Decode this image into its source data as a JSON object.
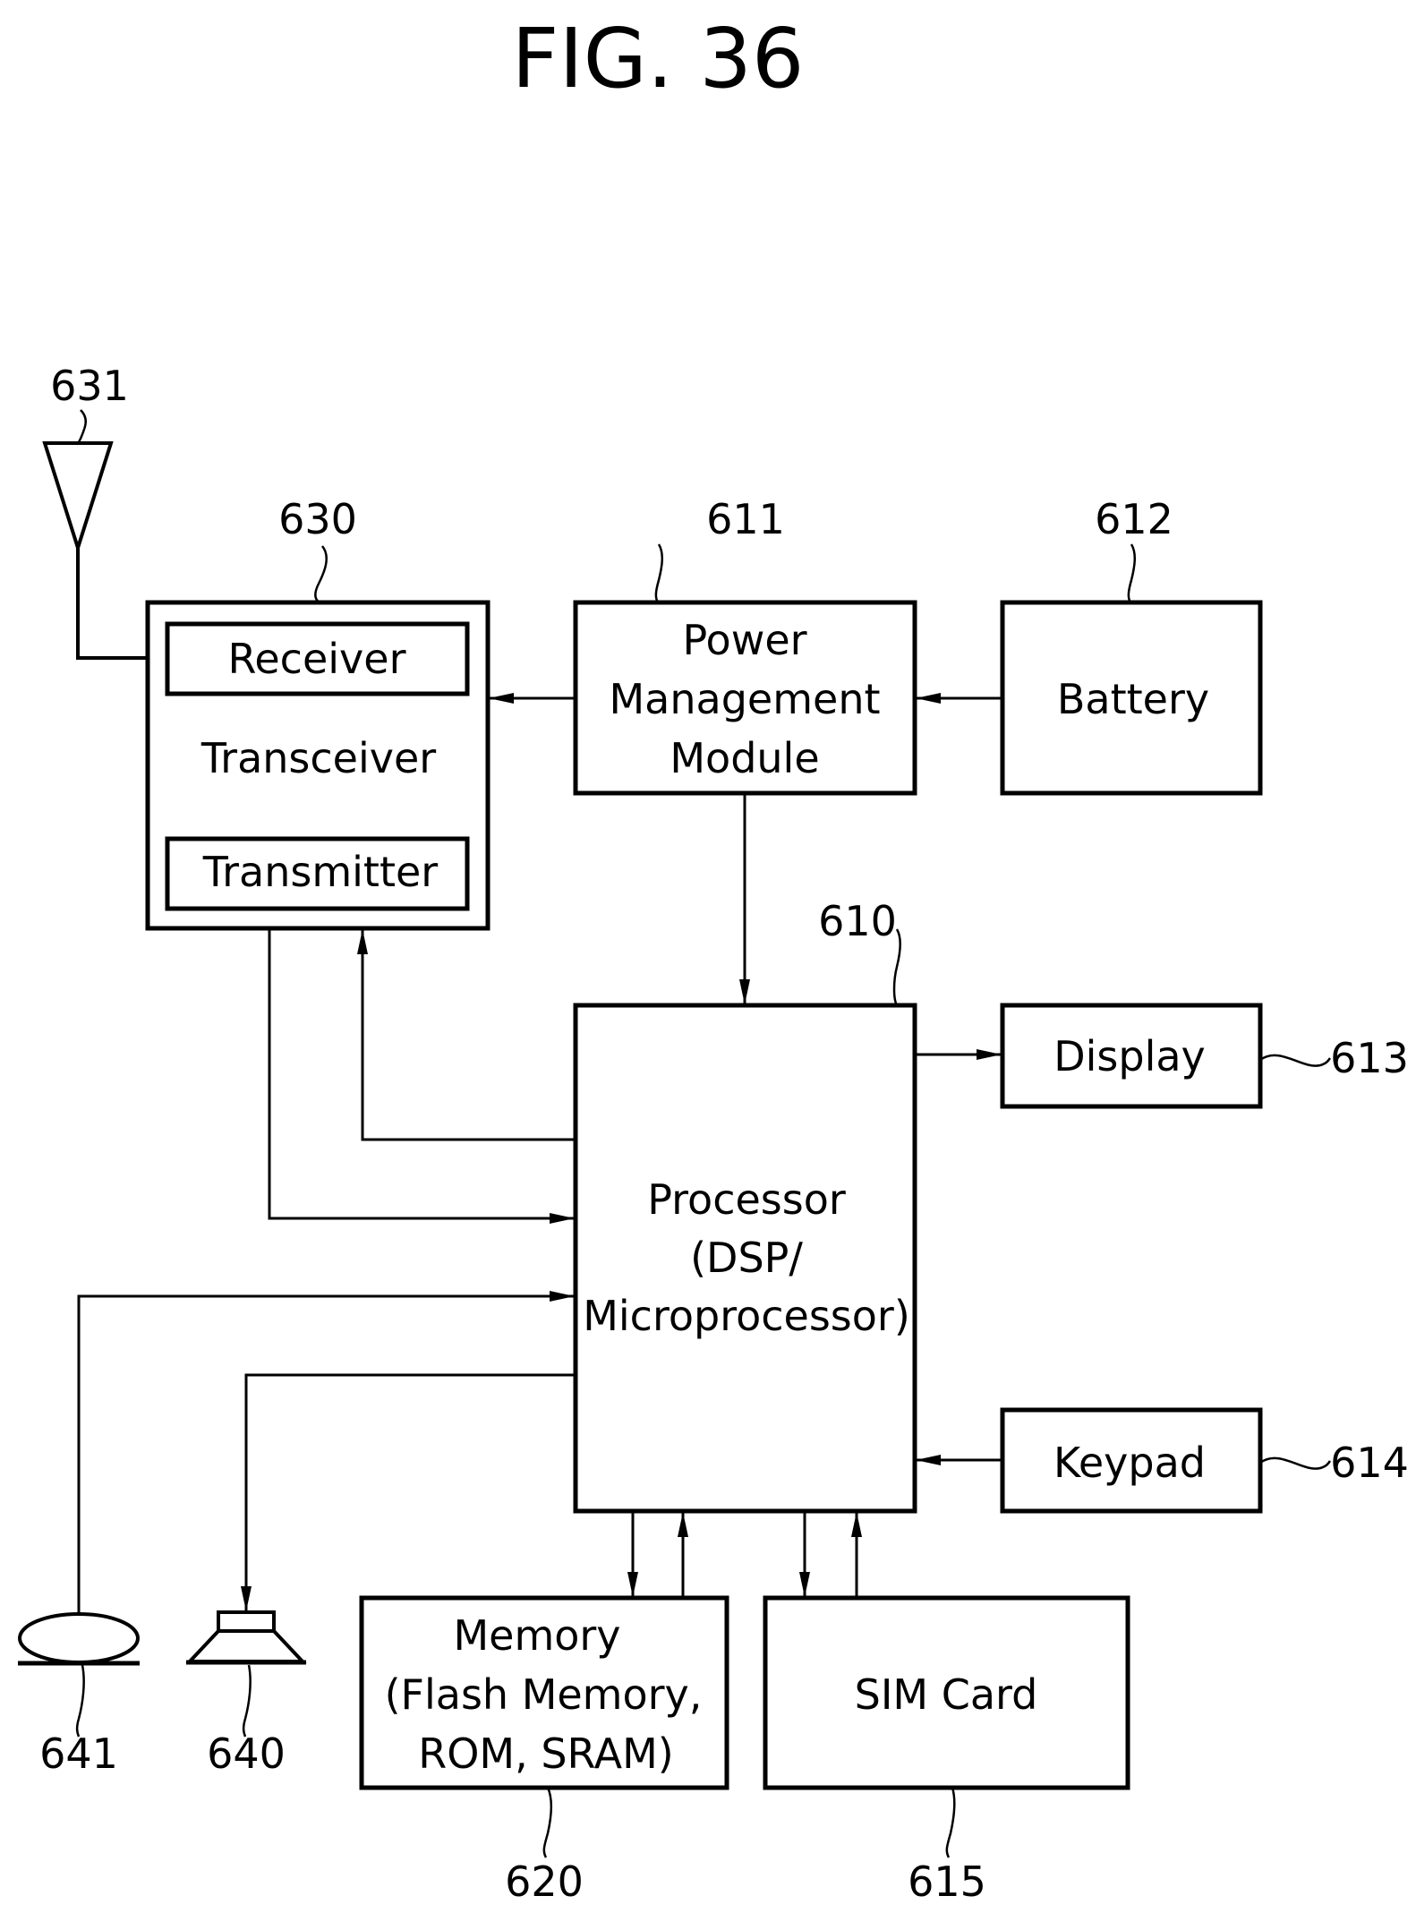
{
  "figure": {
    "title": "FIG. 36"
  },
  "blocks": {
    "transceiver": {
      "label": "Transceiver",
      "ref": "630"
    },
    "receiver": {
      "label": "Receiver"
    },
    "transmitter": {
      "label": "Transmitter"
    },
    "power_management": {
      "lines": [
        "Power",
        "Management",
        "Module"
      ],
      "ref": "611"
    },
    "battery": {
      "label": "Battery",
      "ref": "612"
    },
    "processor": {
      "lines": [
        "Processor",
        "(DSP/",
        "Microprocessor)"
      ],
      "ref": "610"
    },
    "display": {
      "label": "Display",
      "ref": "613"
    },
    "keypad": {
      "label": "Keypad",
      "ref": "614"
    },
    "memory": {
      "lines": [
        "Memory",
        "(Flash Memory,",
        "ROM, SRAM)"
      ],
      "ref": "620"
    },
    "sim_card": {
      "label": "SIM Card",
      "ref": "615"
    },
    "antenna": {
      "ref": "631"
    },
    "microphone": {
      "ref": "641"
    },
    "speaker": {
      "ref": "640"
    }
  },
  "connections": [
    {
      "from": "antenna",
      "to": "transceiver"
    },
    {
      "from": "power_management",
      "to": "transceiver"
    },
    {
      "from": "battery",
      "to": "power_management"
    },
    {
      "from": "power_management",
      "to": "processor"
    },
    {
      "from": "processor",
      "to": "transceiver"
    },
    {
      "from": "transceiver",
      "to": "processor"
    },
    {
      "from": "microphone",
      "to": "processor"
    },
    {
      "from": "processor",
      "to": "speaker"
    },
    {
      "from": "processor",
      "to": "display"
    },
    {
      "from": "keypad",
      "to": "processor"
    },
    {
      "from": "processor",
      "to": "memory"
    },
    {
      "from": "memory",
      "to": "processor"
    },
    {
      "from": "processor",
      "to": "sim_card"
    },
    {
      "from": "sim_card",
      "to": "processor"
    }
  ]
}
